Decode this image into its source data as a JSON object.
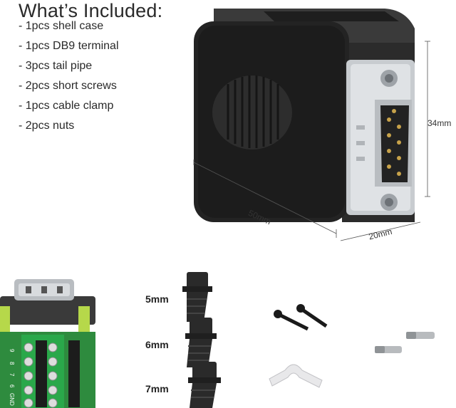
{
  "title": "What’s Included:",
  "items": [
    "- 1pcs shell case",
    "- 1pcs DB9 terminal",
    "- 3pcs tail pipe",
    "- 2pcs short screws",
    "- 1pcs cable clamp",
    "- 2pcs nuts"
  ],
  "dimensions": {
    "length": "50mm",
    "height": "34mm",
    "width": "20mm"
  },
  "tail_pipe_sizes": [
    "5mm",
    "6mm",
    "7mm"
  ],
  "terminal_pin_labels": [
    "9",
    "8",
    "7",
    "6",
    "GND"
  ]
}
